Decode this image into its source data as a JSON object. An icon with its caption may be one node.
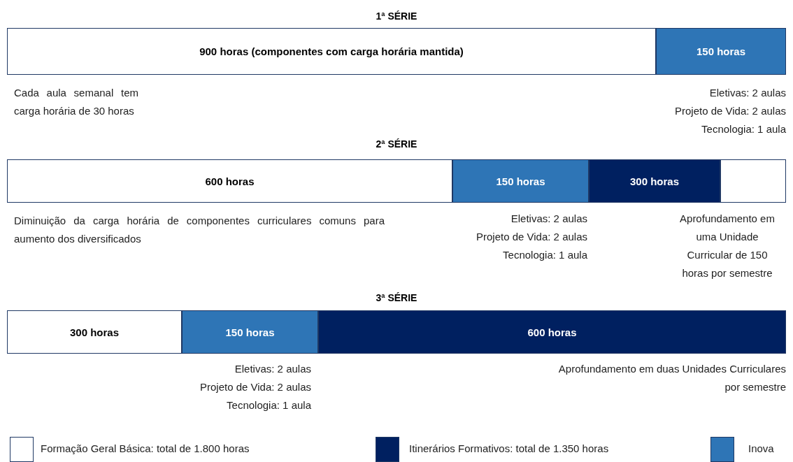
{
  "diagram": {
    "nodes": [
      {
        "text": [
          "900 horas (componentes com carga horária mantida)"
        ]
      },
      {
        "text": [
          "150 horas"
        ]
      },
      {
        "text": [
          "600 horas"
        ]
      },
      {
        "text": [
          "150 horas"
        ]
      },
      {
        "text": [
          "300 horas"
        ]
      },
      {
        "text": [],
        "shape": "box"
      },
      {
        "text": [
          "300 horas"
        ]
      },
      {
        "text": [
          "150 horas"
        ]
      },
      {
        "text": [
          "600 horas"
        ]
      }
    ],
    "edges": [],
    "labels": [
      "1ª SÉRIE",
      "Cada aula semanal tem carga horária de 30 horas",
      "Eletivas: 2 aulas",
      "Projeto de Vida: 2 aulas",
      "Tecnologia: 1 aula",
      "2ª SÉRIE",
      "Diminuição da carga horária de componentes curriculares comuns para aumento dos diversificados",
      "Eletivas: 2 aulas",
      "Projeto de Vida: 2 aulas",
      "Tecnologia: 1 aula",
      "Aprofundamento em uma Unidade Curricular de 150 horas por semestre",
      "3ª SÉRIE",
      "Eletivas: 2 aulas",
      "Projeto de Vida: 2 aulas",
      "Tecnologia: 1 aula",
      "Aprofundamento em duas Unidades Curriculares por semestre"
    ],
    "legend": [
      {
        "text": "Formação Geral Básica: total de 1.800 horas",
        "color": "#ffffff"
      },
      {
        "text": "Itinerários Formativos: total de 1.350 horas",
        "color": "#002060"
      },
      {
        "text": "Inova",
        "color": "#2e75b6"
      }
    ]
  }
}
